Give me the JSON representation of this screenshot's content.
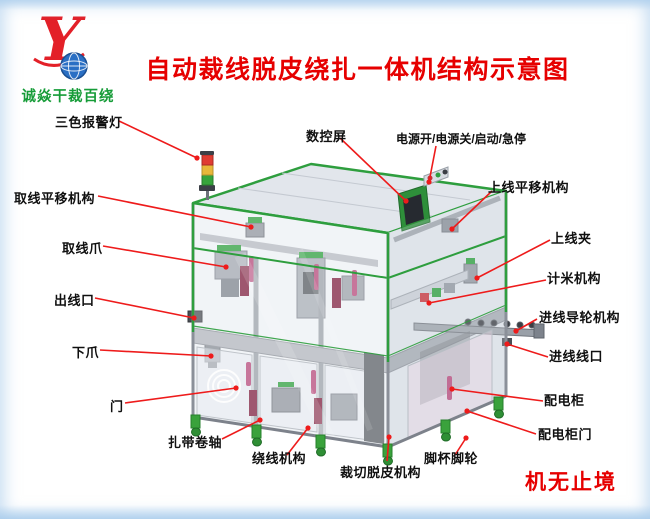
{
  "header": {
    "logo_letter": "Y",
    "logo_slogan": "诚焱干裁百绕",
    "title": "自动裁线脱皮绕扎一体机结构示意图"
  },
  "footer": {
    "motto": "机无止境"
  },
  "colors": {
    "title_red": "#e60000",
    "leader_red": "#ee1b1b",
    "slogan_green": "#169c38",
    "frame_green": "#2e9e3e"
  },
  "diagram": {
    "subject": "自动裁线脱皮绕扎一体机",
    "labels": {
      "alarm_light": {
        "text": "三色报警灯"
      },
      "wire_pick_translation": {
        "text": "取线平移机构"
      },
      "wire_pick_claw": {
        "text": "取线爪"
      },
      "wire_outlet": {
        "text": "出线口"
      },
      "lower_claw": {
        "text": "下爪"
      },
      "door": {
        "text": "门"
      },
      "cable_tie_spool": {
        "text": "扎带卷轴"
      },
      "winding_mechanism": {
        "text": "绕线机构"
      },
      "cut_strip_mechanism": {
        "text": "裁切脱皮机构"
      },
      "foot_cup_caster": {
        "text": "脚杯脚轮"
      },
      "cnc_screen": {
        "text": "数控屏"
      },
      "power_controls": {
        "text": "电源开/电源关/启动/急停"
      },
      "upper_wire_translation": {
        "text": "上线平移机构"
      },
      "upper_wire_clamp": {
        "text": "上线夹"
      },
      "meter_counter": {
        "text": "计米机构"
      },
      "wire_guide_wheels": {
        "text": "进线导轮机构"
      },
      "wire_inlet": {
        "text": "进线线口"
      },
      "power_cabinet": {
        "text": "配电柜"
      },
      "power_cabinet_door": {
        "text": "配电柜门"
      }
    }
  }
}
